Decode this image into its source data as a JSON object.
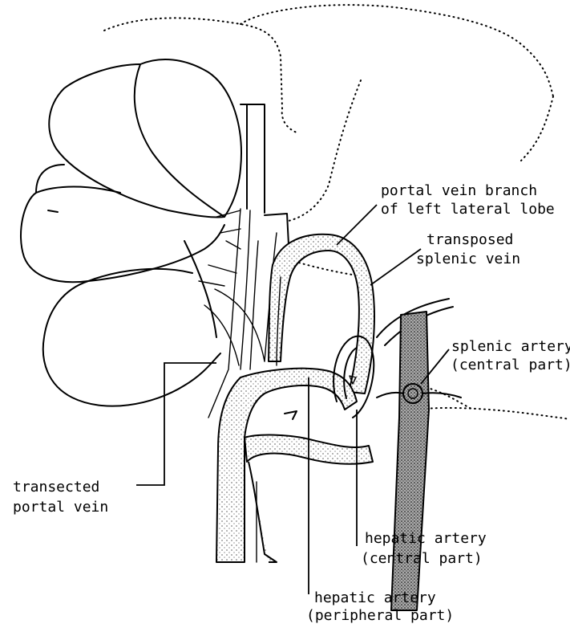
{
  "labels": {
    "portal_branch_line1": "portal vein branch",
    "portal_branch_line2": "of left lateral lobe",
    "transposed_line1": "transposed",
    "transposed_line2": "splenic vein",
    "splenic_artery_line1": "splenic artery",
    "splenic_artery_line2": "(central part)",
    "transected_line1": "transected",
    "transected_line2": "portal vein",
    "hepatic_central_line1": "hepatic artery",
    "hepatic_central_line2": "(central part)",
    "hepatic_peripheral_line1": "hepatic artery",
    "hepatic_peripheral_line2": "(peripheral part)"
  }
}
